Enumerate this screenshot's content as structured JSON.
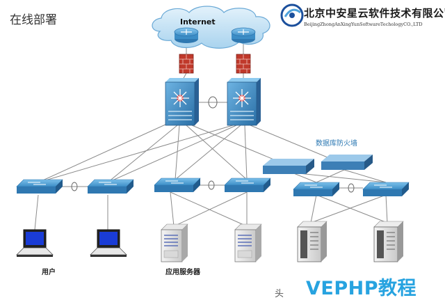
{
  "slide": {
    "title": "在线部署"
  },
  "company": {
    "name_cn": "北京中安星云软件技术有限公司",
    "name_en": "BeijingZhongAnXingYunSoftwareTechologyCO.,LTD",
    "logo_icon": "company-logo-icon",
    "brand_color": "#1b4f9c"
  },
  "diagram": {
    "cloud_label": "Internet",
    "db_firewall_label": "数据库防火墙",
    "users_label": "用户",
    "app_servers_label": "应用服务器"
  },
  "watermark": {
    "prefix": "头",
    "text": "VEPHP教程",
    "color": "#27a3e0"
  },
  "colors": {
    "device_blue": "#3f8fc4",
    "firewall_red": "#c0392b",
    "cloud_blue": "#bfe0f3",
    "link_gray": "#8a8a8a"
  }
}
